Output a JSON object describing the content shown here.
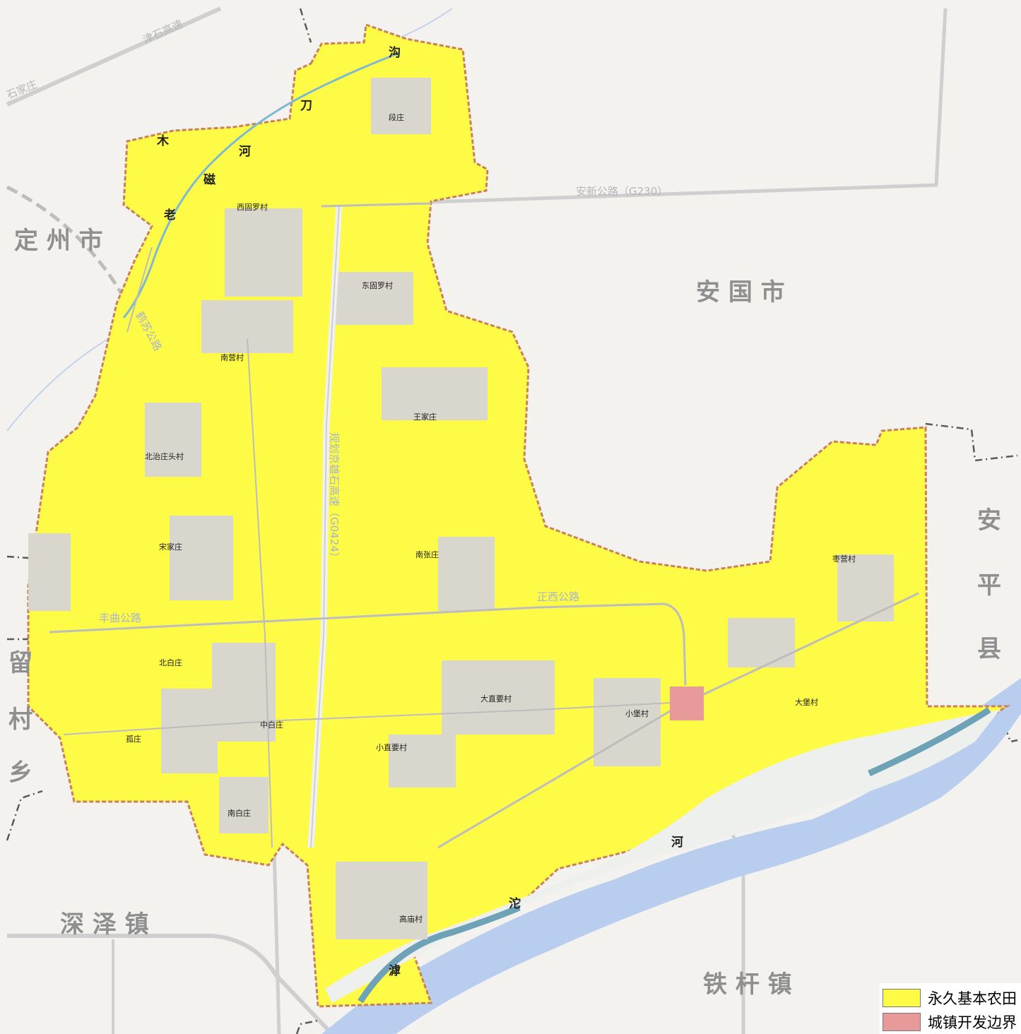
{
  "colors": {
    "background": "#f3f2ef",
    "farmland": "#fdfb46",
    "urban_boundary": "#e89a9a",
    "village": "#d9d6cd",
    "river": "#b9cdee",
    "river_dark": "#6ea2b6",
    "road": "#bdbdbd",
    "admin_boundary": "#5a5a5a",
    "township_border": "#c9805e"
  },
  "map": {
    "region_labels": {
      "dingzhou": "定 州 市",
      "anguo": "安 国 市",
      "anping_1": "安",
      "anping_2": "平",
      "anping_3": "县",
      "liucun_1": "留",
      "liucun_2": "村",
      "liucun_3": "乡",
      "shenze": "深 泽 镇",
      "tiegan": "铁 杆 镇"
    },
    "road_labels": {
      "jinshi_expressway": "津石高速",
      "shijiazhuang": "石家庄",
      "anxin_road": "安新公路（G230）",
      "dingsu_road": "鹤苏公路",
      "expressway_g0424": "规划京雄石高速（G0424）",
      "zhengxi_road": "正西公路",
      "fengqu_road": "丰曲公路"
    },
    "river_labels": {
      "ci_1": "磁",
      "ci_2": "河",
      "mu": "木",
      "lao": "老",
      "dao": "刀",
      "gou": "沟",
      "hutuo_1": "河",
      "hutuo_2": "沱",
      "hutuo_3": "滹"
    },
    "villages": [
      {
        "name": "段庄"
      },
      {
        "name": "西固罗村"
      },
      {
        "name": "东固罗村"
      },
      {
        "name": "南营村"
      },
      {
        "name": "王家庄"
      },
      {
        "name": "北治庄头村"
      },
      {
        "name": "宋家庄"
      },
      {
        "name": "南张庄"
      },
      {
        "name": "枣营村"
      },
      {
        "name": "北白庄"
      },
      {
        "name": "中白庄"
      },
      {
        "name": "孤庄"
      },
      {
        "name": "大直要村"
      },
      {
        "name": "小直要村"
      },
      {
        "name": "小堡村"
      },
      {
        "name": "大堡村"
      },
      {
        "name": "南白庄"
      },
      {
        "name": "高庙村"
      }
    ]
  },
  "legend": {
    "items": [
      {
        "label": "永久基本农田",
        "color": "#fdfb46"
      },
      {
        "label": "城镇开发边界",
        "color": "#e89a9a"
      }
    ]
  }
}
